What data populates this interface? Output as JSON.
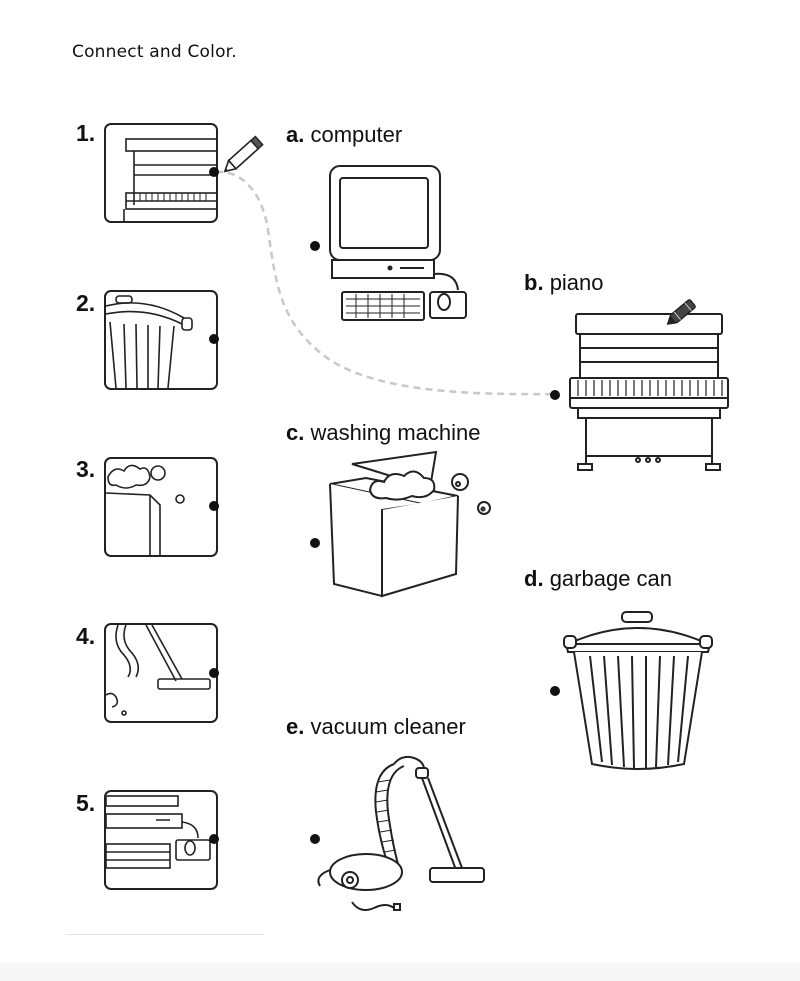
{
  "instruction": "Connect and Color.",
  "numbered_items": [
    {
      "number": "1.",
      "picture": "piano"
    },
    {
      "number": "2.",
      "picture": "garbage can"
    },
    {
      "number": "3.",
      "picture": "washing machine"
    },
    {
      "number": "4.",
      "picture": "vacuum cleaner"
    },
    {
      "number": "5.",
      "picture": "computer"
    }
  ],
  "options": [
    {
      "letter": "a.",
      "label": "computer"
    },
    {
      "letter": "b.",
      "label": "piano"
    },
    {
      "letter": "c.",
      "label": "washing machine"
    },
    {
      "letter": "d.",
      "label": "garbage can"
    },
    {
      "letter": "e.",
      "label": "vacuum cleaner"
    }
  ],
  "example_connection": {
    "from": "1.",
    "to": "b."
  },
  "icons": [
    "pencil-icon",
    "crayon-icon"
  ],
  "colors": {
    "ink": "#111111",
    "dashed_line": "#c8c8c8"
  }
}
